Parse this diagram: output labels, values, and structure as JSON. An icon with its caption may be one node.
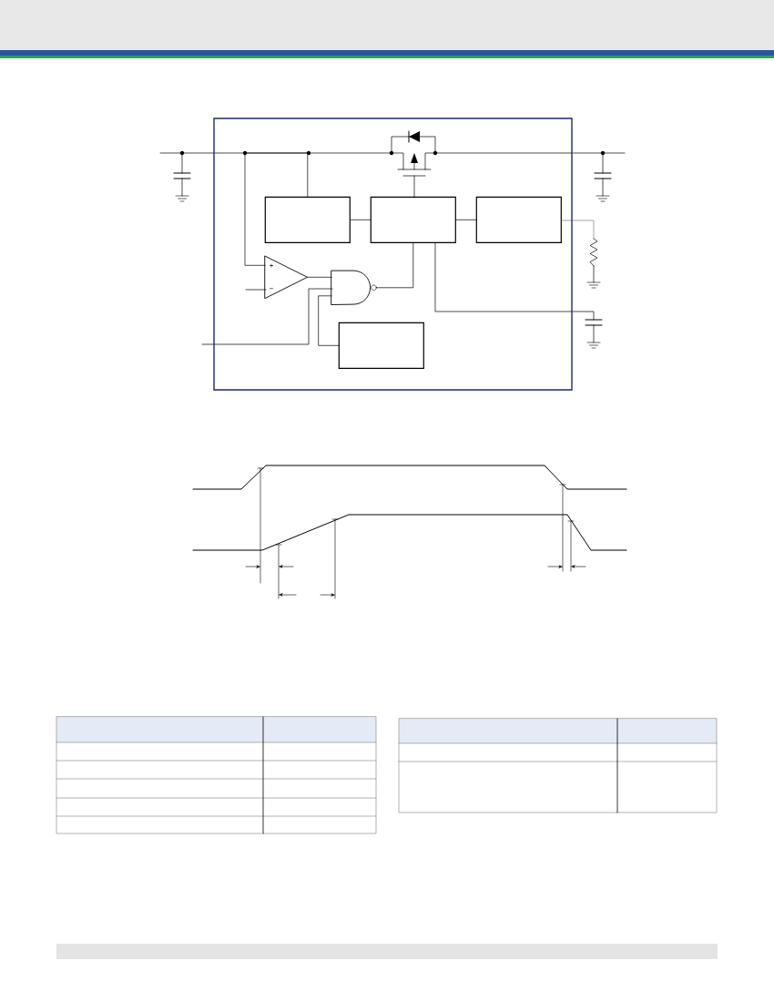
{
  "diagram": {
    "nodes": [
      {
        "text": [],
        "shape": "box"
      },
      {
        "text": [],
        "shape": "box",
        "in": 0
      },
      {
        "text": [],
        "shape": "box",
        "in": 0
      },
      {
        "text": [],
        "shape": "box",
        "in": 0
      },
      {
        "text": [],
        "shape": "box",
        "in": 0
      },
      {
        "text": [],
        "shape": "triangle",
        "in": 0
      },
      {
        "text": [],
        "shape": "gate",
        "in": 0
      }
    ],
    "edges": [
      {
        "from": 1,
        "to": 2,
        "arrow": "none"
      },
      {
        "from": 2,
        "to": 3,
        "arrow": "none"
      },
      {
        "from": 5,
        "to": 6,
        "arrow": "none"
      },
      {
        "from": 6,
        "to": 2,
        "arrow": "none"
      },
      {
        "from": 4,
        "to": 6,
        "arrow": "none"
      },
      {
        "from": 1,
        "to": 5,
        "arrow": "none"
      }
    ],
    "labels": [
      "+",
      "−"
    ]
  }
}
